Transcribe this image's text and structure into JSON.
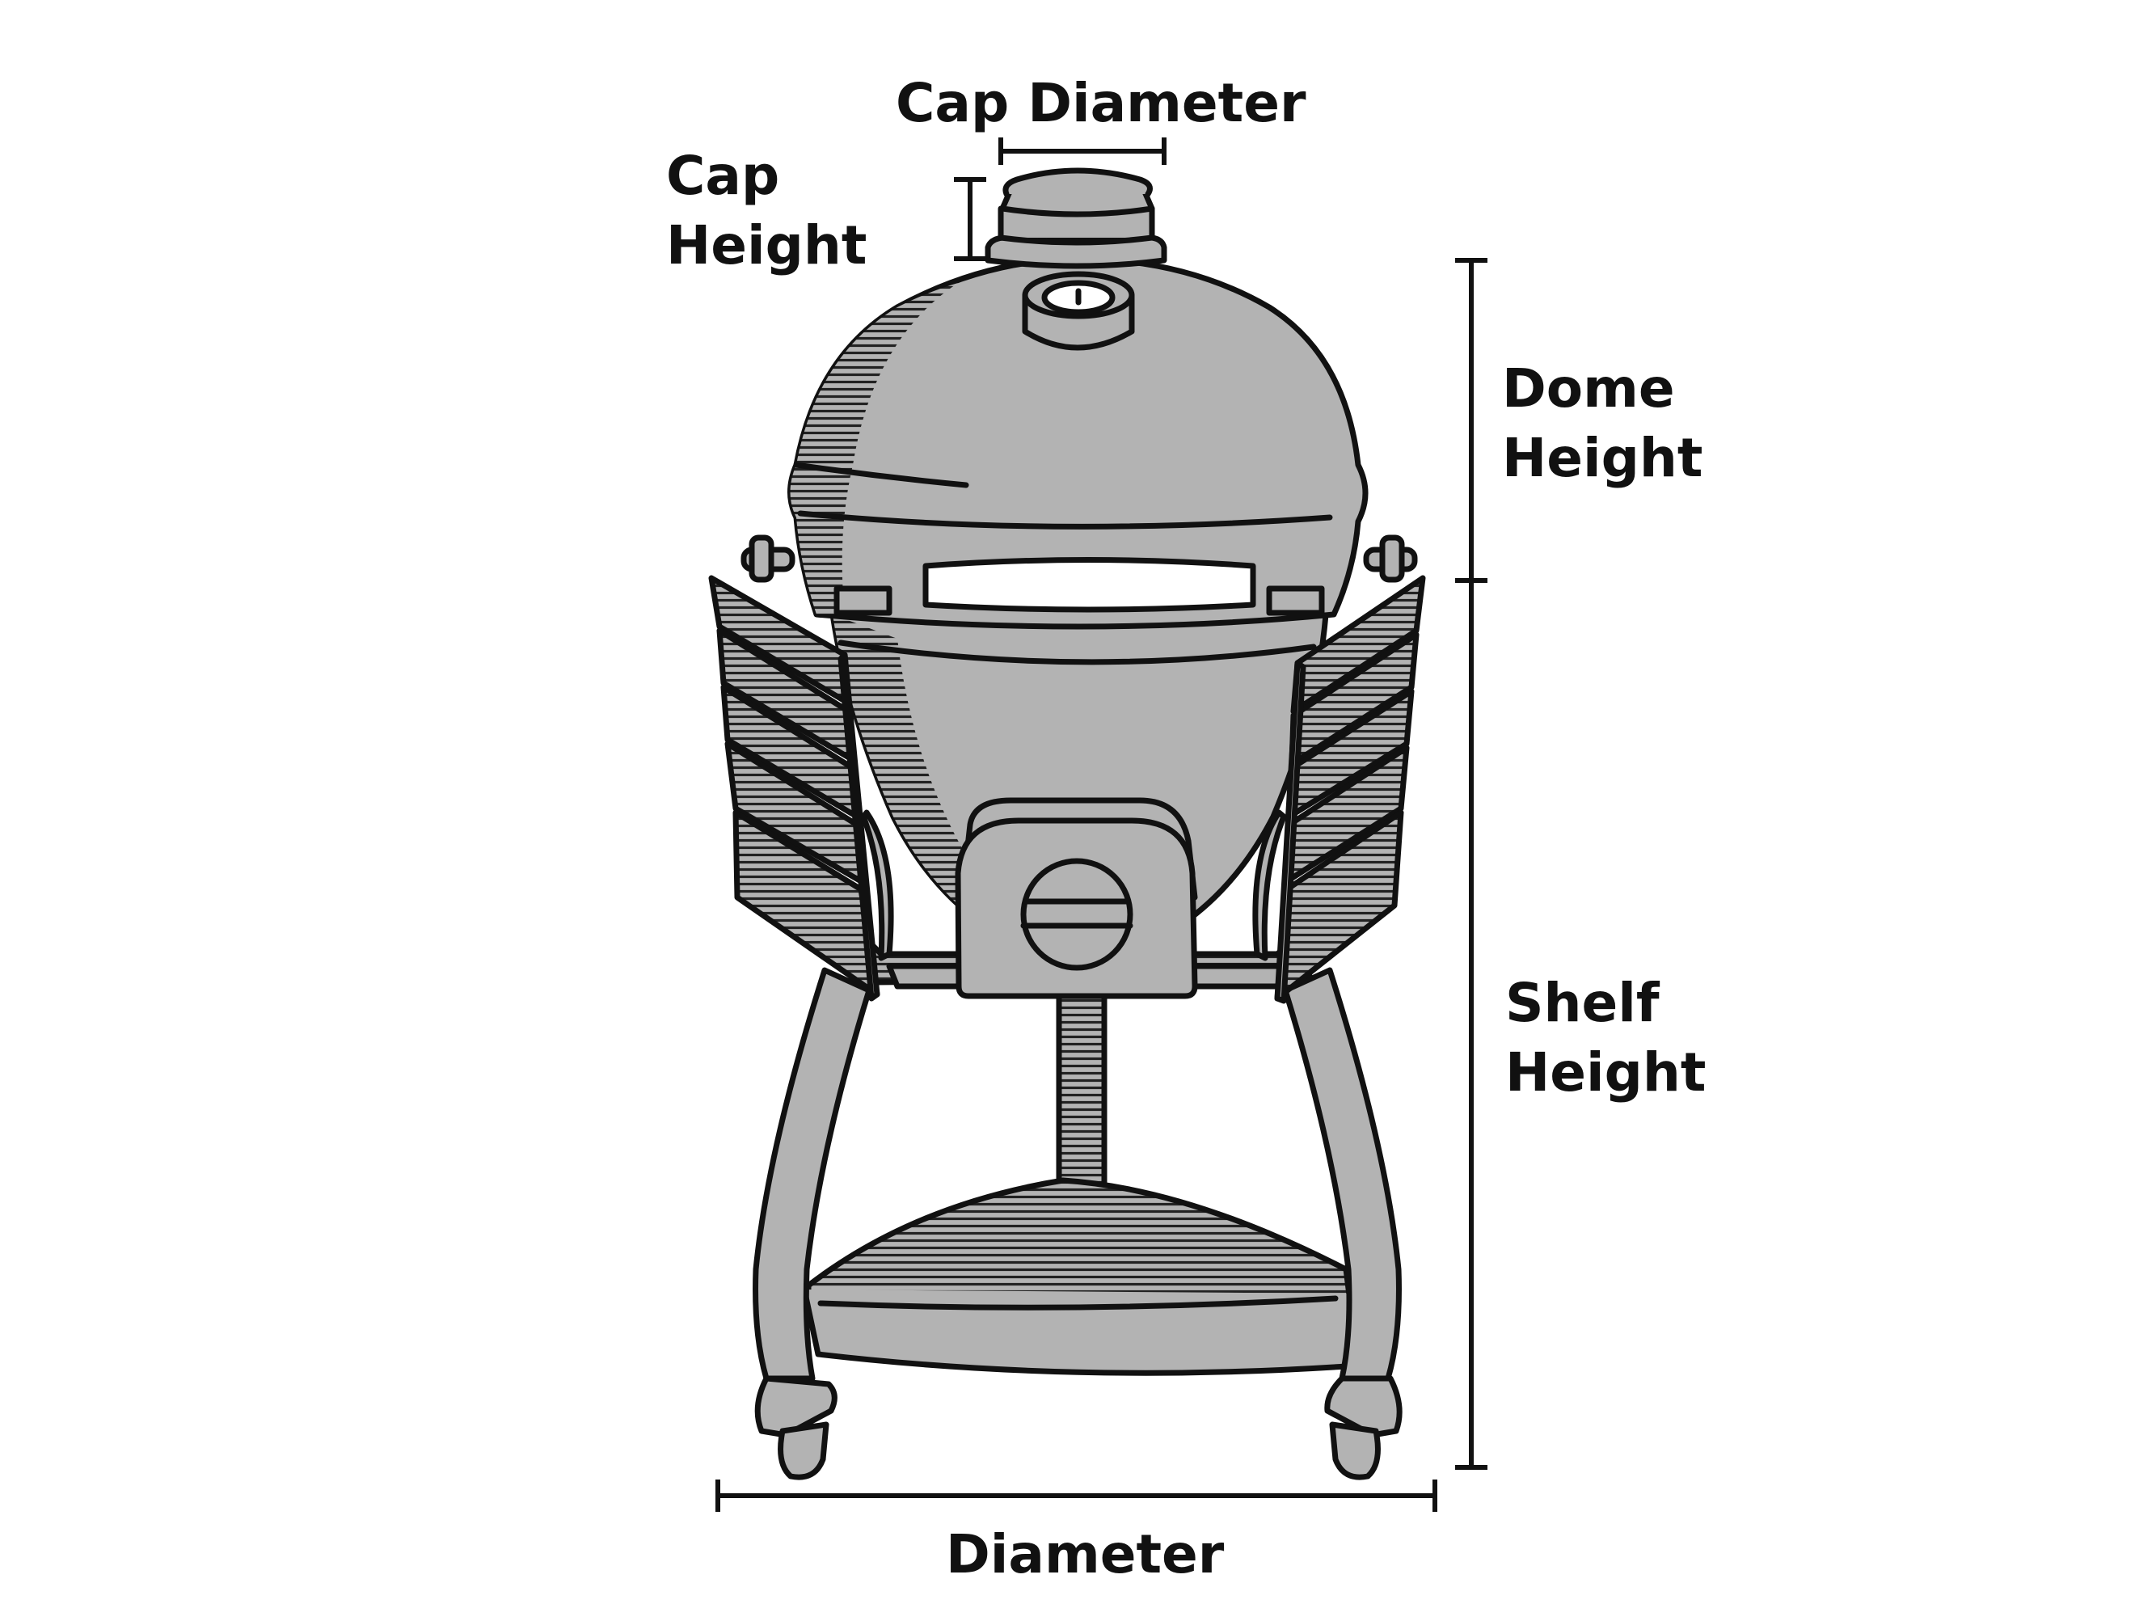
{
  "labels": {
    "cap_diameter": "Cap Diameter",
    "cap_height": [
      "Cap",
      "Height"
    ],
    "dome_height": [
      "Dome",
      "Height"
    ],
    "shelf_height": [
      "Shelf",
      "Height"
    ],
    "diameter": "Diameter"
  },
  "colors": {
    "body_fill": "#b3b3b3",
    "outline": "#111111",
    "window_fill": "#ffffff",
    "background": "#ffffff"
  }
}
